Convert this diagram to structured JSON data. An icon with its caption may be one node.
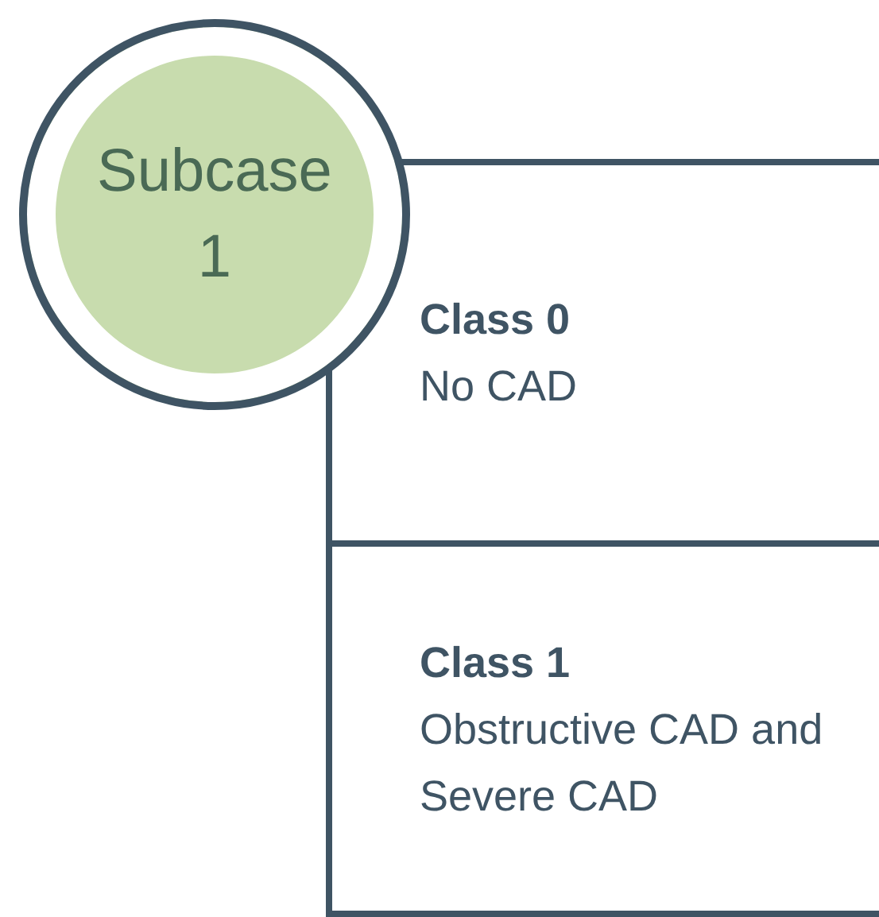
{
  "diagram": {
    "nodes": [
      {
        "text": [
          "Subcase 1"
        ]
      },
      {
        "text": [
          "Class 0",
          "No CAD"
        ]
      },
      {
        "text": [
          "Class 1",
          "Obstructive CAD and Severe CAD"
        ]
      }
    ]
  }
}
